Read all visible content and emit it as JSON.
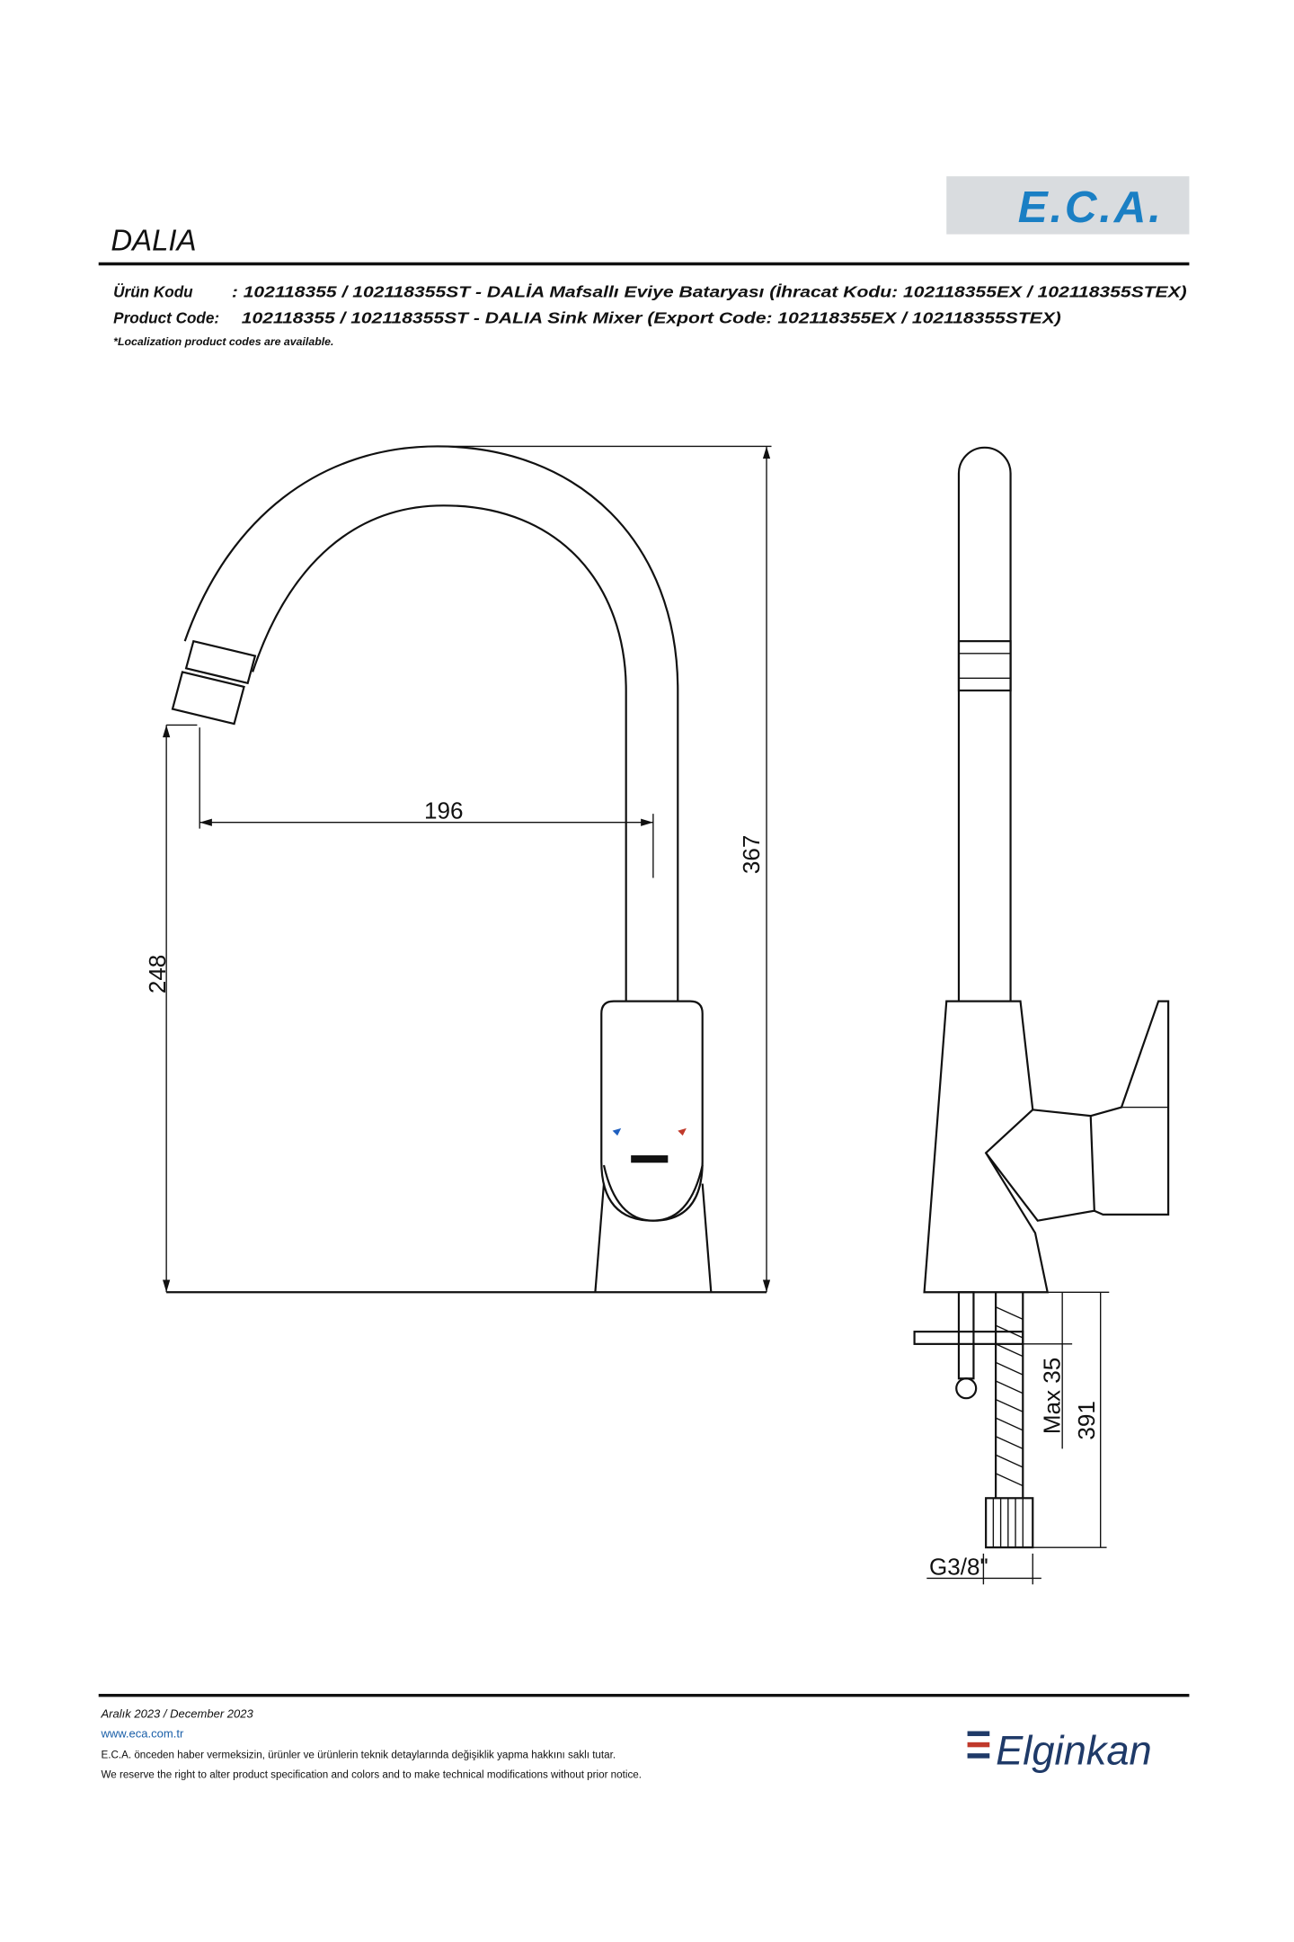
{
  "header": {
    "brand_logo": "E.C.A.",
    "title": "DALIA",
    "line1_label": "Ürün Kodu",
    "line1_text": ": 102118355 / 102118355ST - DALİA Mafsallı Eviye Bataryası (İhracat Kodu: 102118355EX / 102118355STEX)",
    "line2_label": "Product Code:",
    "line2_text": "102118355 / 102118355ST - DALIA Sink Mixer (Export Code: 102118355EX / 102118355STEX)",
    "note": "*Localization product codes are available."
  },
  "drawing": {
    "dim_reach": "196",
    "dim_height": "367",
    "dim_spout_height": "248",
    "dim_max_thickness": "Max 35",
    "dim_hose_length": "391",
    "dim_thread": "G3/8\""
  },
  "footer": {
    "date": "Aralık 2023 / December 2023",
    "website": "www.eca.com.tr",
    "disclaimer_tr": "E.C.A. önceden haber vermeksizin, ürünler ve ürünlerin teknik detaylarında değişiklik yapma hakkını saklı tutar.",
    "disclaimer_en": "We reserve the right to alter product specification and colors and to make technical modifications without prior notice.",
    "company_logo": "Elginkan"
  },
  "colors": {
    "brand_blue": "#1a7fc4",
    "logo_bg": "#d9dcdf",
    "red": "#c0392b",
    "navy": "#1f3a68"
  }
}
